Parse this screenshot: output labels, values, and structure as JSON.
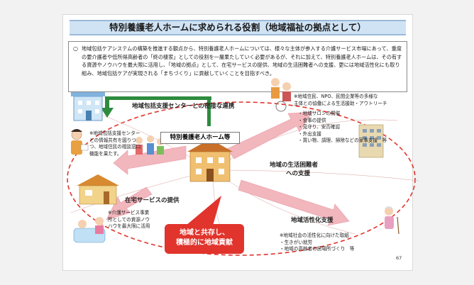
{
  "title": "特別養護老人ホームに求められる役割（地域福祉の拠点として）",
  "intro": {
    "bullet": "○",
    "text": "地域包括ケアシステムの構築を推進する観点から、特別養護老人ホームについては、様々な主体が参入する介護サービス市場にあって、重度の要介護者や低所得高齢者の「終の棲家」としての役割を一層果たしていく必要があるが、それに加えて、特別養護老人ホームは、その有する資源やノウハウを最大限に活用し、「地域の拠点」として、在宅サービスの提供、地域の生活困難者への支援、更には地域活性化にも取り組み、地域包括ケアが実現される「まちづくり」に貢献していくことを目指すべき。"
  },
  "center_label": "特別養護老人ホーム等",
  "labels": {
    "coordination": "地域包括支援センターとの密接な連携",
    "home_service": "在宅サービスの提供",
    "life_support_1": "地域の生活困難者",
    "life_support_2": "への支援",
    "revitalization": "地域活性化支援",
    "center_note": [
      "※地域包括支援センター",
      "との情報共有を図りつ",
      "つ、地域住民の相談窓口",
      "機能を果たす。"
    ],
    "home_note": [
      "※介護サービス事業",
      "所としての資源ノウ",
      "ハウを最大限に活用"
    ],
    "life_note": [
      "※地域住民、NPO、民間企業等の多様な",
      "主体との協働による生活援助・アウトリーチ"
    ],
    "life_items": [
      "・地域サロンの開催",
      "・食事の提供",
      "・見守り、安否確認",
      "・外出支援",
      "・買い物、調理、掃除などの家事支援　等"
    ],
    "revital_note": [
      "※地域社会の活性化に向けた取組",
      "・生きがい就労",
      "・地域の高齢者の居場所づくり　等"
    ],
    "slogan_1": "地域と共存し、",
    "slogan_2": "積極的に地域貢献"
  },
  "page_number": "67",
  "colors": {
    "arrow_green": "#2e8b3e",
    "arrow_pink": "#f2b6bd",
    "accent_red": "#e0342c",
    "title_bg": "#cfe3f5"
  },
  "icons": [
    "office-building-icon",
    "caregiver-icon",
    "house-icon",
    "nursing-home-icon",
    "apartment-icon",
    "elderly-people-icon",
    "bath-care-icon"
  ]
}
